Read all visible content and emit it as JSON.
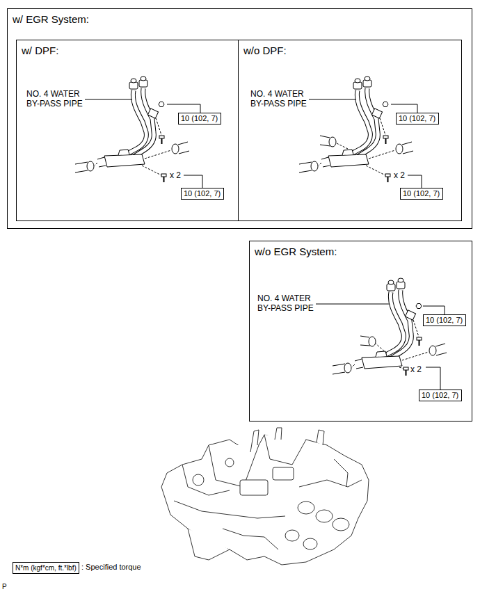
{
  "diagram": {
    "nodes": [
      {
        "text": [
          "w/ EGR System:"
        ]
      },
      {
        "text": [
          "w/ DPF:"
        ],
        "in": 0
      },
      {
        "text": [
          "10 (102, 7)"
        ],
        "in": 1
      },
      {
        "text": [
          "10 (102, 7)"
        ],
        "in": 1
      },
      {
        "text": [
          "w/o DPF:"
        ],
        "in": 0
      },
      {
        "text": [
          "10 (102, 7)"
        ],
        "in": 4
      },
      {
        "text": [
          "10 (102, 7)"
        ],
        "in": 4
      },
      {
        "text": [
          "w/o EGR System:"
        ]
      },
      {
        "text": [
          "10 (102, 7)"
        ],
        "in": 7
      },
      {
        "text": [
          "10 (102, 7)"
        ],
        "in": 7
      },
      {
        "text": [
          "N*m (kgf*cm, ft.*lbf)"
        ]
      }
    ],
    "labels": [
      "NO. 4 WATER BY-PASS PIPE",
      "x 2",
      "NO. 4 WATER BY-PASS PIPE",
      "x 2",
      "NO. 4 WATER BY-PASS PIPE",
      "x 2",
      ": Specified torque",
      "P"
    ]
  }
}
